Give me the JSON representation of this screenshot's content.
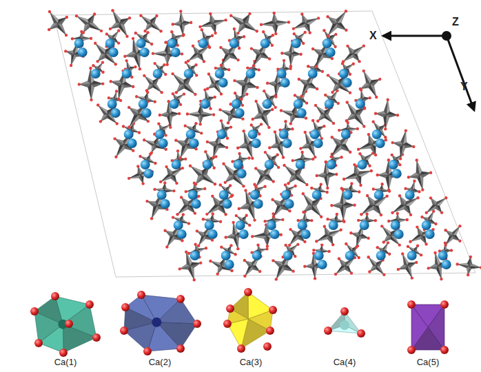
{
  "diagram": {
    "labels": [
      "X",
      "Y",
      "Z",
      "Ca(1)",
      "Ca(2)",
      "Ca(3)",
      "Ca(4)",
      "Ca(5)"
    ]
  }
}
